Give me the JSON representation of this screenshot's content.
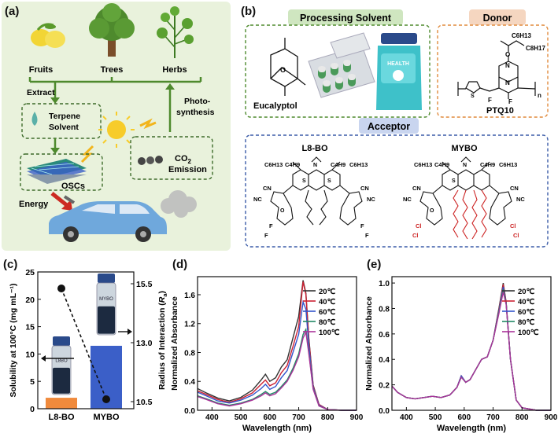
{
  "panels": {
    "a": {
      "label": "(a)",
      "sources": [
        "Fruits",
        "Trees",
        "Herbs"
      ],
      "extract": "Extract",
      "terpene": [
        "Terpene",
        "Solvent"
      ],
      "osc": "OSCs",
      "energy": "Energy",
      "photo": [
        "Photo-",
        "synthesis"
      ],
      "co2": "CO",
      "co2_sub": "2",
      "emission": "Emission",
      "colors": {
        "bg": "#e9f2dc",
        "arrow": "#4e8a2d",
        "dash": "#3d6b2a"
      }
    },
    "b": {
      "label": "(b)",
      "solvent_title": "Processing Solvent",
      "solvent_name": "Eucalyptol",
      "mouthwash_text": "HEALTH",
      "donor_title": "Donor",
      "donor_name": "PTQ10",
      "donor_chain1": "C6H13",
      "donor_chain2": "C8H17",
      "donor_n": "n",
      "acceptor_title": "Acceptor",
      "acc1": "L8-BO",
      "acc2": "MYBO",
      "chem_labels": [
        "C6H13",
        "C4H9",
        "C4H9",
        "C6H13",
        "CN",
        "CN",
        "NC",
        "NC",
        "F",
        "F",
        "F",
        "F",
        "Cl",
        "Cl",
        "Cl",
        "Cl",
        "N",
        "N",
        "S",
        "S",
        "S",
        "O",
        "O"
      ],
      "colors": {
        "green_box": "#4e8a2d",
        "orange_box": "#e08a3c",
        "blue_box": "#3b5ca8",
        "red_chain": "#cc2222"
      }
    }
  },
  "chart_data": [
    {
      "panel": "(c)",
      "type": "bar",
      "categories": [
        "L8-BO",
        "MYBO"
      ],
      "values": [
        2,
        11.5
      ],
      "bar_colors": [
        "#f08a3c",
        "#3b5fc8"
      ],
      "ylabel": "Solubility at 100°C (mg mL⁻¹)",
      "ylim": [
        0,
        25
      ],
      "yticks": [
        0,
        5,
        10,
        15,
        20,
        25
      ],
      "y2label": "Radius of Interaction (Ra)",
      "y2label_main": "Radius of Interaction (",
      "y2label_var": "R",
      "y2label_sub": "a",
      "y2label_end": ")",
      "y2lim": [
        10.2,
        16
      ],
      "y2ticks": [
        10.5,
        13.0,
        15.5
      ],
      "y2ticklabels": [
        "10.5",
        "13.0",
        "15.5"
      ],
      "points": [
        15.3,
        10.6
      ],
      "vial_labels": [
        "L8BO",
        "MYBO"
      ]
    },
    {
      "panel": "(d)",
      "type": "line",
      "xlabel": "Wavelength (nm)",
      "ylabel": "Normalized Absorbance",
      "xlim": [
        350,
        900
      ],
      "ylim": [
        0,
        1.85
      ],
      "xticks": [
        400,
        500,
        600,
        700,
        800,
        900
      ],
      "yticks": [
        0,
        0.4,
        0.8,
        1.2,
        1.6
      ],
      "yticklabels": [
        "0.0",
        "0.4",
        "0.8",
        "1.2",
        "1.6"
      ],
      "series": [
        {
          "name": "20℃",
          "color": "#333333",
          "x": [
            350,
            380,
            420,
            460,
            500,
            540,
            570,
            585,
            600,
            620,
            640,
            660,
            680,
            700,
            715,
            725,
            735,
            750,
            770,
            800,
            850,
            900
          ],
          "y": [
            0.3,
            0.24,
            0.17,
            0.13,
            0.18,
            0.28,
            0.42,
            0.5,
            0.4,
            0.45,
            0.6,
            0.7,
            1.0,
            1.3,
            1.8,
            1.62,
            1.0,
            0.35,
            0.08,
            0.01,
            0.0,
            0.0
          ]
        },
        {
          "name": "40℃",
          "color": "#cc2233",
          "x": [
            350,
            380,
            420,
            460,
            500,
            540,
            570,
            585,
            600,
            620,
            640,
            660,
            680,
            700,
            715,
            725,
            735,
            750,
            770,
            800,
            850,
            900
          ],
          "y": [
            0.27,
            0.22,
            0.15,
            0.11,
            0.16,
            0.24,
            0.36,
            0.42,
            0.34,
            0.38,
            0.52,
            0.62,
            0.88,
            1.16,
            1.78,
            1.6,
            0.98,
            0.34,
            0.08,
            0.01,
            0.0,
            0.0
          ]
        },
        {
          "name": "60℃",
          "color": "#3355cc",
          "x": [
            350,
            380,
            420,
            460,
            500,
            540,
            570,
            585,
            600,
            620,
            640,
            660,
            680,
            700,
            715,
            725,
            735,
            750,
            770,
            800,
            850,
            900
          ],
          "y": [
            0.25,
            0.2,
            0.13,
            0.1,
            0.14,
            0.21,
            0.3,
            0.36,
            0.29,
            0.33,
            0.45,
            0.55,
            0.8,
            1.05,
            1.5,
            1.4,
            0.9,
            0.32,
            0.07,
            0.01,
            0.0,
            0.0
          ]
        },
        {
          "name": "80℃",
          "color": "#228866",
          "x": [
            350,
            380,
            420,
            460,
            500,
            540,
            570,
            585,
            600,
            620,
            640,
            660,
            680,
            700,
            715,
            725,
            735,
            750,
            770,
            800,
            850,
            900
          ],
          "y": [
            0.2,
            0.16,
            0.1,
            0.07,
            0.1,
            0.15,
            0.22,
            0.26,
            0.22,
            0.25,
            0.33,
            0.42,
            0.58,
            0.78,
            1.05,
            1.12,
            0.8,
            0.3,
            0.06,
            0.01,
            0.0,
            0.0
          ]
        },
        {
          "name": "100℃",
          "color": "#aa3399",
          "x": [
            350,
            380,
            420,
            460,
            500,
            540,
            570,
            585,
            600,
            620,
            640,
            660,
            680,
            700,
            715,
            725,
            735,
            750,
            770,
            800,
            850,
            900
          ],
          "y": [
            0.19,
            0.15,
            0.09,
            0.06,
            0.09,
            0.14,
            0.2,
            0.24,
            0.2,
            0.23,
            0.31,
            0.4,
            0.55,
            0.74,
            1.0,
            1.08,
            0.78,
            0.29,
            0.06,
            0.01,
            0.0,
            0.0
          ]
        }
      ],
      "legend_position": "top-left"
    },
    {
      "panel": "(e)",
      "type": "line",
      "xlabel": "Wavelength (nm)",
      "ylabel": "Normalized Absorbance",
      "xlim": [
        350,
        900
      ],
      "ylim": [
        0,
        1.05
      ],
      "xticks": [
        400,
        500,
        600,
        700,
        800,
        900
      ],
      "yticks": [
        0,
        0.2,
        0.4,
        0.6,
        0.8,
        1.0
      ],
      "yticklabels": [
        "0.0",
        "0.2",
        "0.4",
        "0.6",
        "0.8",
        "1.0"
      ],
      "series": [
        {
          "name": "20℃",
          "color": "#333333",
          "x": [
            350,
            370,
            400,
            430,
            460,
            490,
            520,
            550,
            575,
            590,
            605,
            620,
            640,
            660,
            680,
            700,
            720,
            735,
            745,
            760,
            780,
            800,
            850,
            900
          ],
          "y": [
            0.19,
            0.14,
            0.1,
            0.09,
            0.1,
            0.11,
            0.1,
            0.12,
            0.18,
            0.27,
            0.22,
            0.24,
            0.32,
            0.4,
            0.42,
            0.55,
            0.8,
            1.0,
            0.85,
            0.4,
            0.08,
            0.02,
            0.0,
            0.0
          ]
        },
        {
          "name": "40℃",
          "color": "#cc2233",
          "x": [
            350,
            370,
            400,
            430,
            460,
            490,
            520,
            550,
            575,
            590,
            605,
            620,
            640,
            660,
            680,
            700,
            720,
            735,
            745,
            760,
            780,
            800,
            850,
            900
          ],
          "y": [
            0.19,
            0.14,
            0.1,
            0.09,
            0.1,
            0.11,
            0.1,
            0.12,
            0.18,
            0.27,
            0.22,
            0.24,
            0.32,
            0.4,
            0.42,
            0.55,
            0.79,
            0.99,
            0.85,
            0.4,
            0.08,
            0.02,
            0.0,
            0.0
          ]
        },
        {
          "name": "60℃",
          "color": "#3355cc",
          "x": [
            350,
            370,
            400,
            430,
            460,
            490,
            520,
            550,
            575,
            590,
            605,
            620,
            640,
            660,
            680,
            700,
            720,
            735,
            745,
            760,
            780,
            800,
            850,
            900
          ],
          "y": [
            0.19,
            0.14,
            0.1,
            0.09,
            0.1,
            0.11,
            0.1,
            0.12,
            0.18,
            0.27,
            0.22,
            0.24,
            0.32,
            0.4,
            0.42,
            0.55,
            0.78,
            0.97,
            0.84,
            0.4,
            0.08,
            0.02,
            0.0,
            0.0
          ]
        },
        {
          "name": "80℃",
          "color": "#228866",
          "x": [
            350,
            370,
            400,
            430,
            460,
            490,
            520,
            550,
            575,
            590,
            605,
            620,
            640,
            660,
            680,
            700,
            720,
            735,
            745,
            760,
            780,
            800,
            850,
            900
          ],
          "y": [
            0.19,
            0.14,
            0.1,
            0.09,
            0.1,
            0.11,
            0.1,
            0.12,
            0.18,
            0.26,
            0.22,
            0.24,
            0.32,
            0.4,
            0.42,
            0.55,
            0.77,
            0.95,
            0.84,
            0.4,
            0.08,
            0.02,
            0.0,
            0.0
          ]
        },
        {
          "name": "100℃",
          "color": "#aa3399",
          "x": [
            350,
            370,
            400,
            430,
            460,
            490,
            520,
            550,
            575,
            590,
            605,
            620,
            640,
            660,
            680,
            700,
            720,
            735,
            745,
            760,
            780,
            800,
            850,
            900
          ],
          "y": [
            0.19,
            0.14,
            0.1,
            0.09,
            0.1,
            0.11,
            0.1,
            0.12,
            0.18,
            0.26,
            0.22,
            0.24,
            0.32,
            0.4,
            0.42,
            0.55,
            0.76,
            0.93,
            0.83,
            0.4,
            0.08,
            0.02,
            0.0,
            0.0
          ]
        }
      ],
      "legend_position": "top-right"
    }
  ]
}
